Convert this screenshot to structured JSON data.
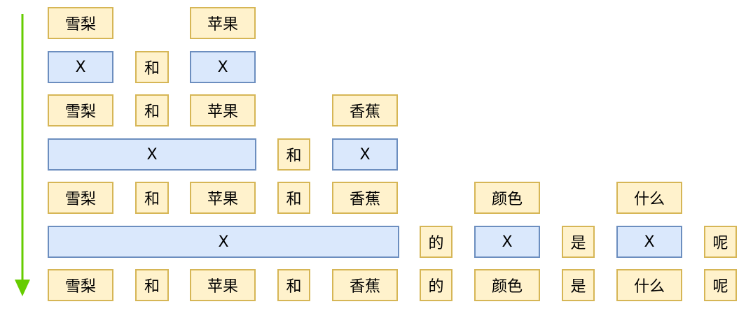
{
  "colors": {
    "word_fill": "#fff2cc",
    "word_border": "#d6b656",
    "var_fill": "#dae8fc",
    "var_border": "#6c8ebf",
    "arrow": "#66cc00"
  },
  "rows": [
    [
      {
        "text": "雪梨",
        "kind": "word"
      },
      {
        "text": "苹果",
        "kind": "word"
      }
    ],
    [
      {
        "text": "X",
        "kind": "var"
      },
      {
        "text": "和",
        "kind": "word"
      },
      {
        "text": "X",
        "kind": "var"
      }
    ],
    [
      {
        "text": "雪梨",
        "kind": "word"
      },
      {
        "text": "和",
        "kind": "word"
      },
      {
        "text": "苹果",
        "kind": "word"
      },
      {
        "text": "香蕉",
        "kind": "word"
      }
    ],
    [
      {
        "text": "X",
        "kind": "var"
      },
      {
        "text": "和",
        "kind": "word"
      },
      {
        "text": "X",
        "kind": "var"
      }
    ],
    [
      {
        "text": "雪梨",
        "kind": "word"
      },
      {
        "text": "和",
        "kind": "word"
      },
      {
        "text": "苹果",
        "kind": "word"
      },
      {
        "text": "和",
        "kind": "word"
      },
      {
        "text": "香蕉",
        "kind": "word"
      },
      {
        "text": "颜色",
        "kind": "word"
      },
      {
        "text": "什么",
        "kind": "word"
      }
    ],
    [
      {
        "text": "X",
        "kind": "var"
      },
      {
        "text": "的",
        "kind": "word"
      },
      {
        "text": "X",
        "kind": "var"
      },
      {
        "text": "是",
        "kind": "word"
      },
      {
        "text": "X",
        "kind": "var"
      },
      {
        "text": "呢",
        "kind": "word"
      }
    ],
    [
      {
        "text": "雪梨",
        "kind": "word"
      },
      {
        "text": "和",
        "kind": "word"
      },
      {
        "text": "苹果",
        "kind": "word"
      },
      {
        "text": "和",
        "kind": "word"
      },
      {
        "text": "香蕉",
        "kind": "word"
      },
      {
        "text": "的",
        "kind": "word"
      },
      {
        "text": "颜色",
        "kind": "word"
      },
      {
        "text": "是",
        "kind": "word"
      },
      {
        "text": "什么",
        "kind": "word"
      },
      {
        "text": "呢",
        "kind": "word"
      }
    ]
  ]
}
